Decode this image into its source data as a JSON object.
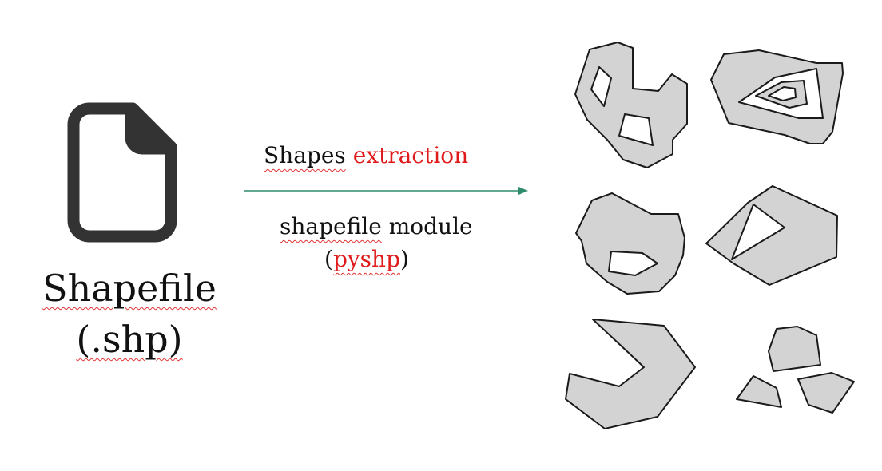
{
  "source": {
    "icon": "file-icon",
    "title_word": "Shapefile",
    "title_ext": "(.shp)"
  },
  "process": {
    "label_part1": "Shapes",
    "label_part2": "extraction",
    "module_word": "shapefile",
    "module_suffix": "module",
    "lib_open": "(",
    "lib_name": "pyshp",
    "lib_close": ")",
    "arrow_color": "#2e8b6e"
  },
  "colors": {
    "shape_fill": "#d3d3d3",
    "shape_stroke": "#1a1a1a",
    "accent_red": "#e01a1a",
    "icon_color": "#333333"
  }
}
